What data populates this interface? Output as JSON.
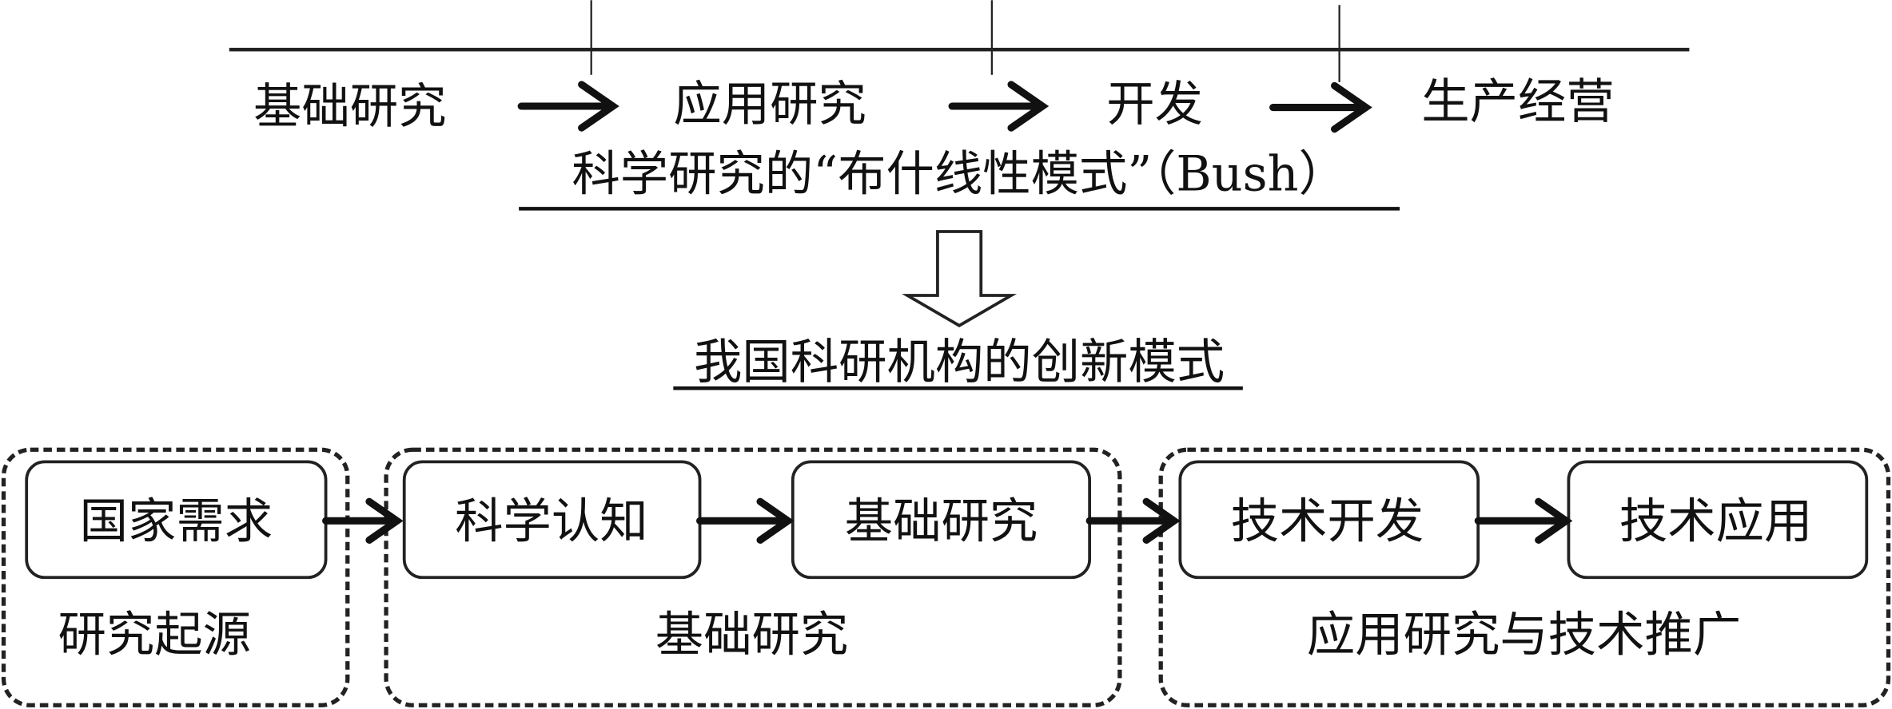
{
  "linear_model": {
    "stages": [
      "基础研究",
      "应用研究",
      "开发",
      "生产经营"
    ],
    "caption": "科学研究的“布什线性模式”（Bush）"
  },
  "innovation_model": {
    "title": "我国科研机构的创新模式",
    "groups": [
      {
        "label": "研究起源",
        "boxes": [
          "国家需求"
        ]
      },
      {
        "label": "基础研究",
        "boxes": [
          "科学认知",
          "基础研究"
        ]
      },
      {
        "label": "应用研究与技术推广",
        "boxes": [
          "技术开发",
          "技术应用"
        ]
      }
    ]
  }
}
